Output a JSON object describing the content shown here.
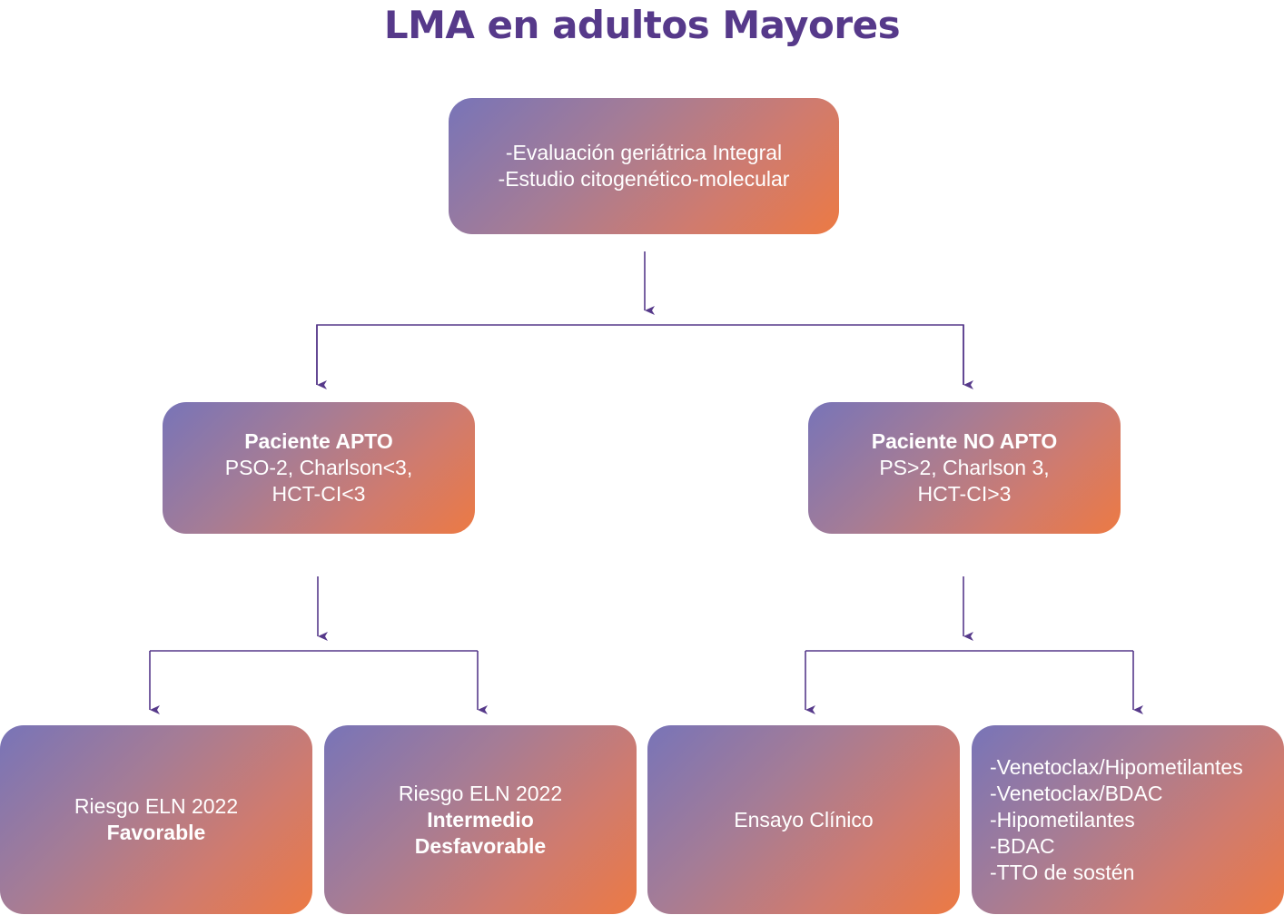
{
  "title": "LMA en adultos Mayores",
  "colors": {
    "title": "#56398a",
    "connector": "#56398a",
    "gradient_start": "#7874b8",
    "gradient_end": "#ec7a44"
  },
  "root": {
    "lines": [
      "-Evaluación geriátrica Integral",
      "-Estudio citogenético-molecular"
    ]
  },
  "apto": {
    "heading": "Paciente APTO",
    "line1": "PSO-2, Charlson<3,",
    "line2": "HCT-CI<3"
  },
  "no_apto": {
    "heading": "Paciente NO APTO",
    "line1": "PS>2, Charlson 3,",
    "line2": "HCT-CI>3"
  },
  "favorable": {
    "line1": "Riesgo ELN 2022",
    "line2": "Favorable"
  },
  "intermedio": {
    "line1": "Riesgo ELN 2022",
    "line2": "Intermedio",
    "line3": "Desfavorable"
  },
  "ensayo": {
    "label": "Ensayo Clínico"
  },
  "treatments": {
    "items": [
      "-Venetoclax/Hipometilantes",
      "-Venetoclax/BDAC",
      "-Hipometilantes",
      "-BDAC",
      "-TTO de sostén"
    ]
  }
}
